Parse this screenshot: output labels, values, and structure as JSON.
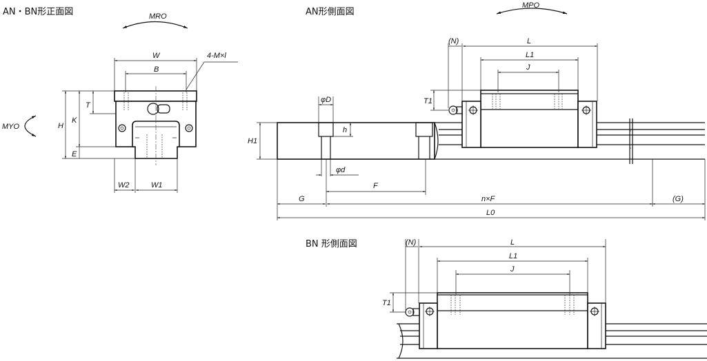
{
  "titles": {
    "front": "AN・BN形正面図",
    "an_side": "AN形側面図",
    "bn_side": "BN 形側面図"
  },
  "front_labels": {
    "mro": "MRO",
    "myo": "MYO",
    "w": "W",
    "b": "B",
    "thread": "4-M×l",
    "h": "H",
    "k": "K",
    "t": "T",
    "e": "E",
    "w2": "W2",
    "w1": "W1"
  },
  "an_labels": {
    "mpo": "MPO",
    "n": "(N)",
    "l": "L",
    "l1": "L1",
    "j": "J",
    "t1": "T1",
    "phi_d_big": "φD",
    "h_small": "h",
    "phi_d_small": "φd",
    "h1": "H1",
    "f": "F",
    "g": "G",
    "nxf": "n×F",
    "g_paren": "(G)",
    "l0": "L0"
  },
  "bn_labels": {
    "n": "(N)",
    "l": "L",
    "l1": "L1",
    "j": "J",
    "t1": "T1"
  }
}
